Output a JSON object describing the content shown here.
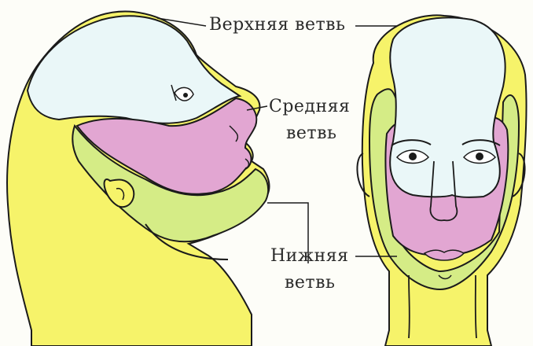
{
  "labels": {
    "upper": "Верхняя ветвь",
    "middle_line1": "Средняя",
    "middle_line2": "ветвь",
    "lower_line1": "Нижняя",
    "lower_line2": "ветвь"
  },
  "colors": {
    "upper_zone": "#eaf7f8",
    "middle_zone": "#e2a6d2",
    "lower_zone": "#d5ec86",
    "skin": "#f6f36a",
    "outline": "#1b1b1b",
    "background": "#fdfdf8"
  }
}
